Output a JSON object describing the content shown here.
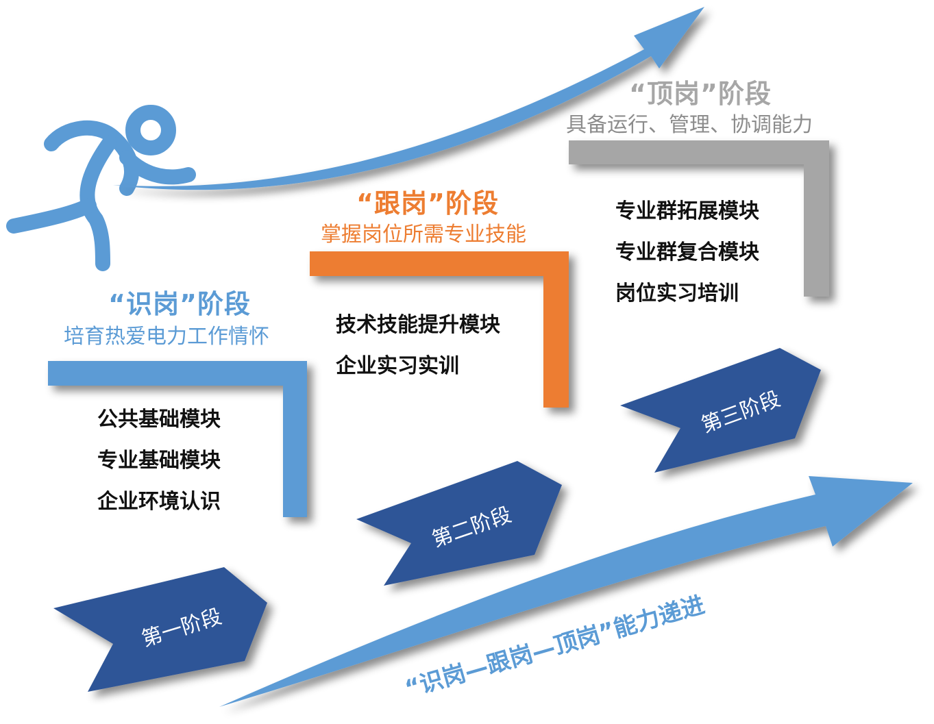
{
  "stages": [
    {
      "title": "“识岗”阶段",
      "subtitle": "培育热爱电力工作情怀",
      "modules": [
        "公共基础模块",
        "专业基础模块",
        "企业环境认识"
      ],
      "step_label": "第一阶段",
      "color": "#5b9bd5"
    },
    {
      "title": "“跟岗”阶段",
      "subtitle": "掌握岗位所需专业技能",
      "modules": [
        "技术技能提升模块",
        "企业实习实训"
      ],
      "step_label": "第二阶段",
      "color": "#ed7d31"
    },
    {
      "title": "“顶岗”阶段",
      "subtitle": "具备运行、管理、协调能力",
      "modules": [
        "专业群拓展模块",
        "专业群复合模块",
        "岗位实习培训"
      ],
      "step_label": "第三阶段",
      "color": "#a6a6a6"
    }
  ],
  "progress_text": "“识岗—跟岗—顶岗”能力递进",
  "colors": {
    "blue": "#5b9bd5",
    "orange": "#ed7d31",
    "gray": "#a6a6a6",
    "chevron": "#2f5597"
  },
  "icons": [
    "runner-icon",
    "top-arrow-icon",
    "bottom-arrow-icon"
  ]
}
